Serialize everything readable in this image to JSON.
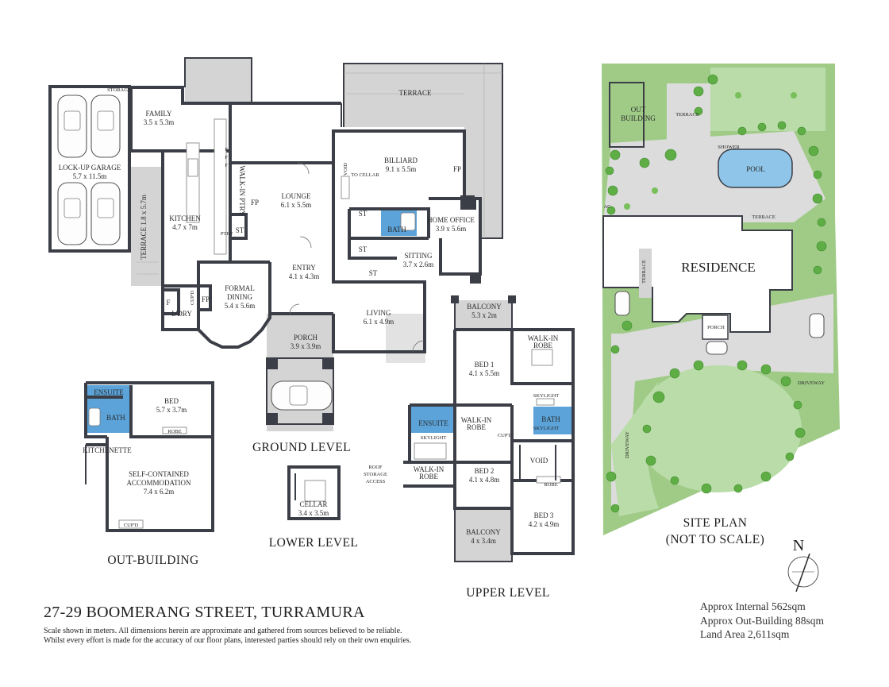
{
  "address": "27-29 BOOMERANG STREET, TURRAMURA",
  "disclaimer": [
    "Scale shown in meters. All dimensions herein are approximate and gathered from sources believed to be  reliable.",
    "Whilst every effort is made for the accuracy of our floor plans, interested parties should rely on their own enquiries."
  ],
  "areas": {
    "internal": "Approx Internal 562sqm",
    "out_building": "Approx Out-Building 88sqm",
    "land": "Land Area 2,611sqm"
  },
  "levels": {
    "ground": "GROUND LEVEL",
    "lower": "LOWER LEVEL",
    "upper": "UPPER LEVEL",
    "out_building": "OUT-BUILDING",
    "site_plan_1": "SITE PLAN",
    "site_plan_2": "(NOT TO SCALE)"
  },
  "ground_rooms": {
    "garage_name": "LOCK-UP GARAGE",
    "garage_dim": "5.7 x 11.5m",
    "family_name": "FAMILY",
    "family_dim": "3.5 x 5.3m",
    "terrace_top": "TERRACE",
    "terrace_side": "TERRACE 1.8 x 5.7m",
    "billiard_name": "BILLIARD",
    "billiard_dim": "9.1 x 5.5m",
    "void": "VOID",
    "to_cellar": "TO CELLAR",
    "walk_in_ptry": "WALK-IN PTRY",
    "fp": "FP",
    "st": "ST",
    "ptry": "PTRY",
    "f": "F",
    "lounge_name": "LOUNGE",
    "lounge_dim": "6.1 x 5.5m",
    "kitchen_name": "KITCHEN",
    "kitchen_dim": "4.7 x 7m",
    "bath": "BATH",
    "home_office_name": "HOME OFFICE",
    "home_office_dim": "3.9 x 5.6m",
    "sitting_name": "SITTING",
    "sitting_dim": "3.7 x 2.6m",
    "entry_name": "ENTRY",
    "entry_dim": "4.1 x 4.3m",
    "formal_dining_1": "FORMAL",
    "formal_dining_2": "DINING",
    "formal_dining_dim": "5.4 x 5.6m",
    "living_name": "LIVING",
    "living_dim": "6.1 x 4.9m",
    "porch_name": "PORCH",
    "porch_dim": "3.9 x 3.9m",
    "ldry": "L'DRY",
    "cupd": "CUP'D",
    "storage": "STORAGE"
  },
  "out_building_rooms": {
    "ensuite": "ENSUITE",
    "bed_name": "BED",
    "bed_dim": "5.7 x 3.7m",
    "bath": "BATH",
    "robe": "ROBE",
    "kitchenette": "KITCHENETTE",
    "sca_1": "SELF-CONTAINED",
    "sca_2": "ACCOMMODATION",
    "sca_dim": "7.4 x 6.2m",
    "cupd": "CUP'D"
  },
  "lower_rooms": {
    "cellar_name": "CELLAR",
    "cellar_dim": "3.4 x 3.5m"
  },
  "upper_rooms": {
    "balcony_top_name": "BALCONY",
    "balcony_top_dim": "5.3 x 2m",
    "walk_in_robe_1": "WALK-IN",
    "walk_in_robe_2": "ROBE",
    "bed1_name": "BED 1",
    "bed1_dim": "4.1 x 5.5m",
    "skylight": "SKYLIGHT",
    "bath": "BATH",
    "ensuite": "ENSUITE",
    "roof_storage_1": "ROOF",
    "roof_storage_2": "STORAGE",
    "roof_storage_3": "ACCESS",
    "bed2_name": "BED 2",
    "bed2_dim": "4.1 x 4.8m",
    "void": "VOID",
    "robe": "ROBE",
    "cupd": "CUP'D",
    "bed3_name": "BED 3",
    "bed3_dim": "4.2 x 4.9m",
    "balcony_bottom_name": "BALCONY",
    "balcony_bottom_dim": "4 x 3.4m"
  },
  "site_labels": {
    "out_building_1": "OUT",
    "out_building_2": "BUILDING",
    "terrace": "TERRACE",
    "shower": "SHOWER",
    "pool": "POOL",
    "ac": "AC",
    "residence": "RESIDENCE",
    "porch": "PORCH",
    "driveway": "DRIVEWAY",
    "compass_n": "N"
  },
  "colors": {
    "wall": "#3b3e46",
    "bath": "#5ba3d9",
    "outdoor": "#d4d4d4",
    "grass": "#b9dca8",
    "tree": "#5fae45"
  }
}
